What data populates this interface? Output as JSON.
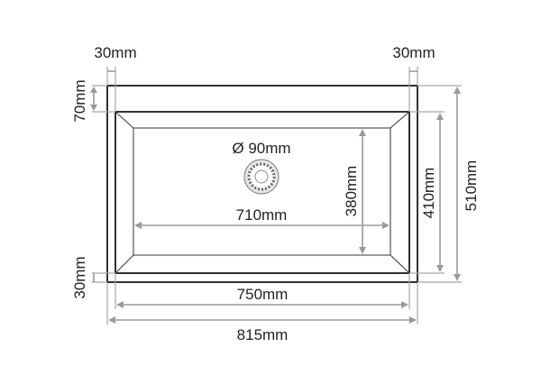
{
  "diagram": {
    "labels": {
      "rim_left": "30mm",
      "rim_right": "30mm",
      "rim_top": "70mm",
      "rim_bottom": "30mm",
      "drain": "Ø 90mm",
      "bowl_width": "710mm",
      "bowl_depth": "380mm",
      "inner_depth": "410mm",
      "overall_depth": "510mm",
      "inner_width": "750mm",
      "overall_width": "815mm"
    },
    "colors": {
      "outline": "#1a1a1a",
      "dimension": "#9a9a9a",
      "text": "#222222"
    }
  }
}
